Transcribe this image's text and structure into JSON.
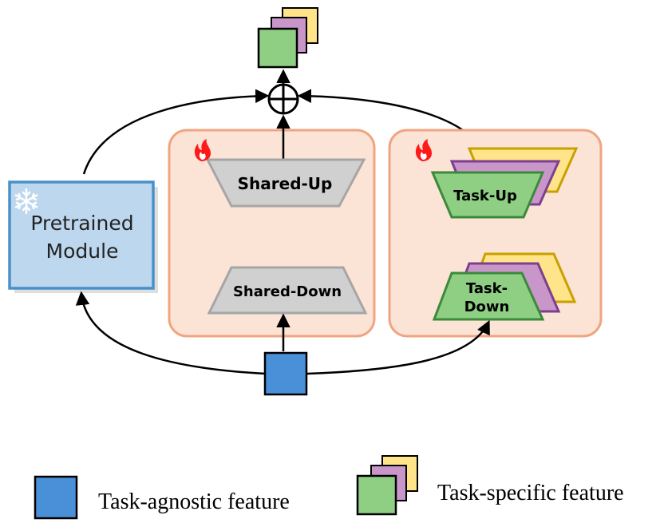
{
  "pretrained_module": {
    "label_line1": "Pretrained",
    "label_line2": "Module",
    "icon": "snowflake-icon"
  },
  "shared_branch": {
    "icon": "flame-icon",
    "up_label": "Shared-Up",
    "down_label": "Shared-Down"
  },
  "task_branch": {
    "icon": "flame-icon",
    "up_label": "Task-Up",
    "down_label_line1": "Task-",
    "down_label_line2": "Down"
  },
  "sum_symbol": "⊕",
  "legend": {
    "agnostic_label": "Task-agnostic feature",
    "specific_label": "Task-specific feature"
  },
  "colors": {
    "module_fill": "#bdd7ee",
    "module_stroke": "#4a90c8",
    "panel_fill": "#fbe3d6",
    "panel_stroke": "#f0a582",
    "shared_fill": "#d0d0d0",
    "shared_stroke": "#a6a6a6",
    "task_green": "#8fcf84",
    "task_green_stroke": "#3b8a3b",
    "task_purple": "#c996c9",
    "task_purple_stroke": "#7e3f8f",
    "task_yellow": "#ffe48a",
    "task_yellow_stroke": "#c9a000",
    "agnostic_blue": "#4a90d9",
    "flame": "#ff1a1a"
  }
}
